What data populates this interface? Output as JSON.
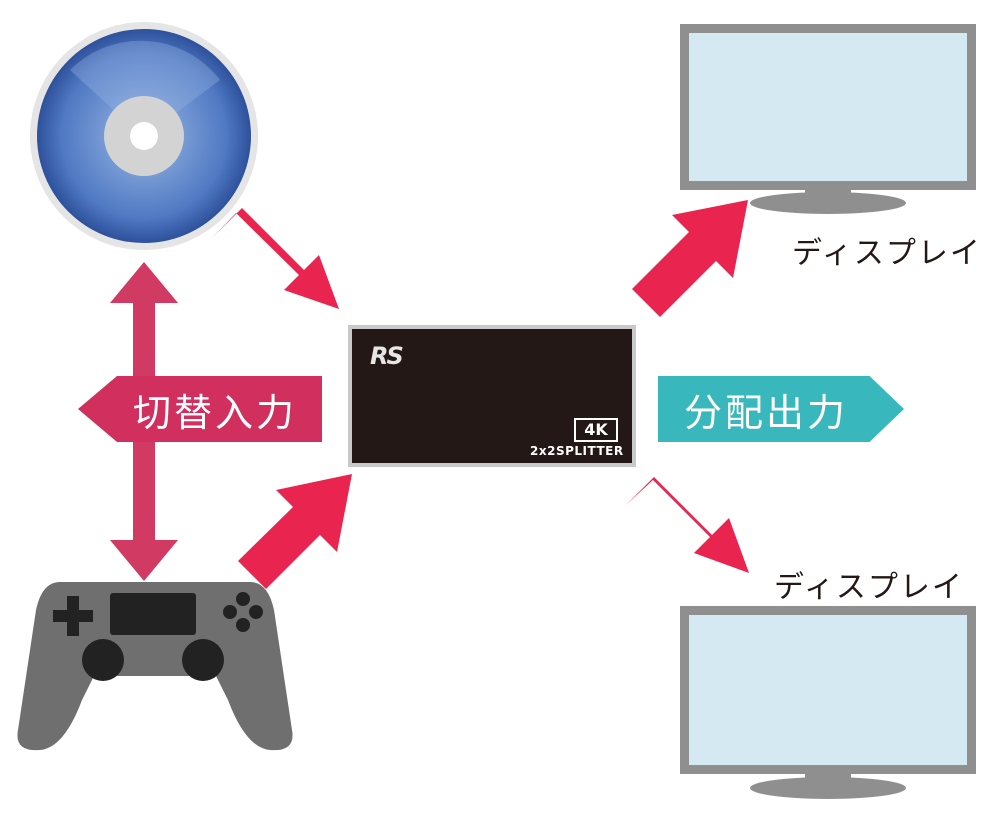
{
  "labels": {
    "input_tag": "切替入力",
    "output_tag": "分配出力",
    "display_top": "ディスプレイ",
    "display_bottom": "ディスプレイ"
  },
  "device": {
    "logo": "RS",
    "badge": "4K",
    "model": "2x2SPLITTER"
  },
  "colors": {
    "arrow": "#e8244f",
    "input_tag": "#d1305e",
    "input_arrow": "#d13a63",
    "output_tag": "#38b8bc",
    "device_body": "#231815",
    "device_frame": "#c9c9c9",
    "screen": "#d4e9f2",
    "monitor_frame": "#8f8f8f",
    "disc_blue": "#2f55a4",
    "controller_body": "#707070"
  }
}
